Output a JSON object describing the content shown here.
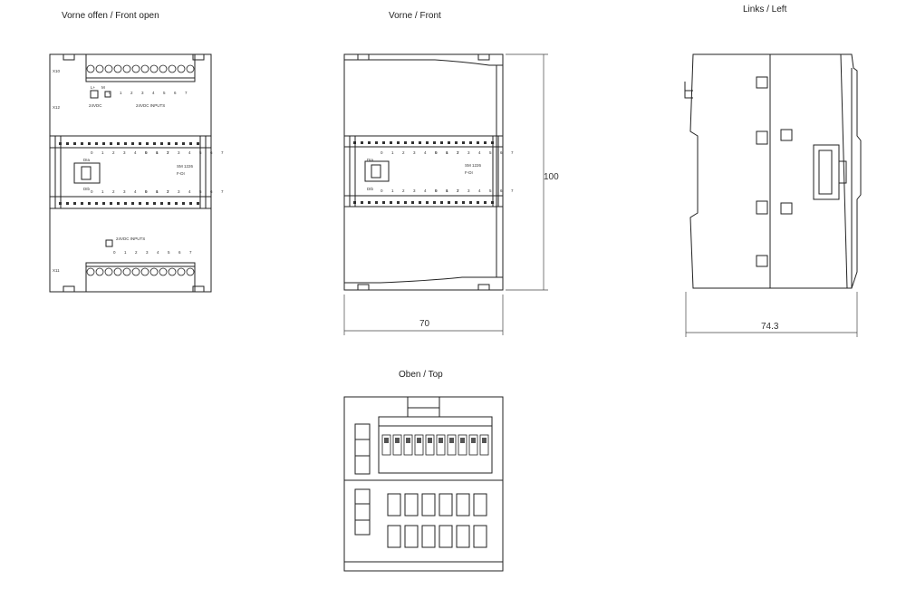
{
  "views": {
    "front_open": {
      "label": "Vorne offen / Front open"
    },
    "front": {
      "label": "Vorne / Front"
    },
    "left": {
      "label": "Links / Left"
    },
    "top": {
      "label": "Oben / Top"
    }
  },
  "dimensions": {
    "height": "100",
    "front_width": "70",
    "side_depth": "74.3"
  },
  "module": {
    "type": "SM 1226",
    "variant": "F-DI",
    "inputs_label": "24VDC INPUTS",
    "supply_label": "24VDC",
    "l_plus": "L+",
    "m": "M",
    "ch_a": "DIa",
    "ch_b": "DIb",
    "port_x10": "X10",
    "port_x11": "X11",
    "port_x12": "X12",
    "ch_labels": [
      "0",
      "1",
      "2",
      "3",
      "4",
      "5",
      "6",
      "7"
    ]
  },
  "colors": {
    "line": "#222222",
    "fill": "#ffffff",
    "shade": "#d0d0d0"
  }
}
